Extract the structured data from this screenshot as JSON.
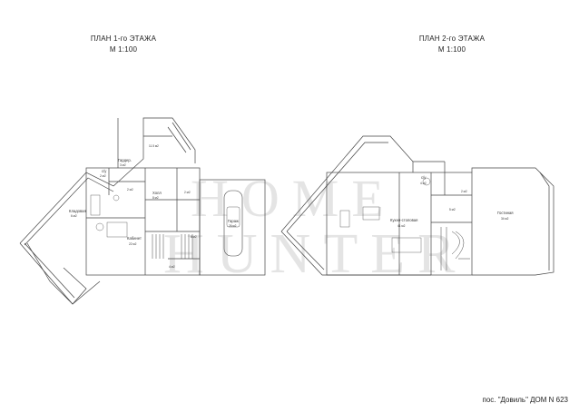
{
  "plans": [
    {
      "title": "ПЛАН 1-го ЭТАЖА",
      "scale": "М 1:100"
    },
    {
      "title": "ПЛАН 2-го ЭТАЖА",
      "scale": "М 1:100"
    }
  ],
  "footer": "пос. \"Довиль\" ДОМ  N 623",
  "watermark": {
    "line1": "HOME",
    "line2": "HUNTER"
  },
  "rooms_floor1": {
    "sauna": "11.5 м2",
    "su": "с/у",
    "su_area": "2 м2",
    "garderob": "Гардер.",
    "garderob_area": "3 м2",
    "closet_area": "2 м2",
    "pantry": "Кладовая",
    "pantry_area": "6 м2",
    "hall": "Холл",
    "hall_area": "8 м2",
    "office": "Кабинет",
    "office_area": "22 м2",
    "corridor1_area": "2 м2",
    "corridor2_area": "6 м2",
    "stair_area": "4 м2",
    "garage": "Гараж",
    "garage_area": "26 м2"
  },
  "rooms_floor2": {
    "su": "с/у",
    "su_area": "4 м2",
    "closet_area": "2 м2",
    "kitchen": "Кухня-столовая",
    "kitchen_area": "41 м2",
    "landing_area": "5 м2",
    "living": "Гостиная",
    "living_area": "34 м2"
  }
}
